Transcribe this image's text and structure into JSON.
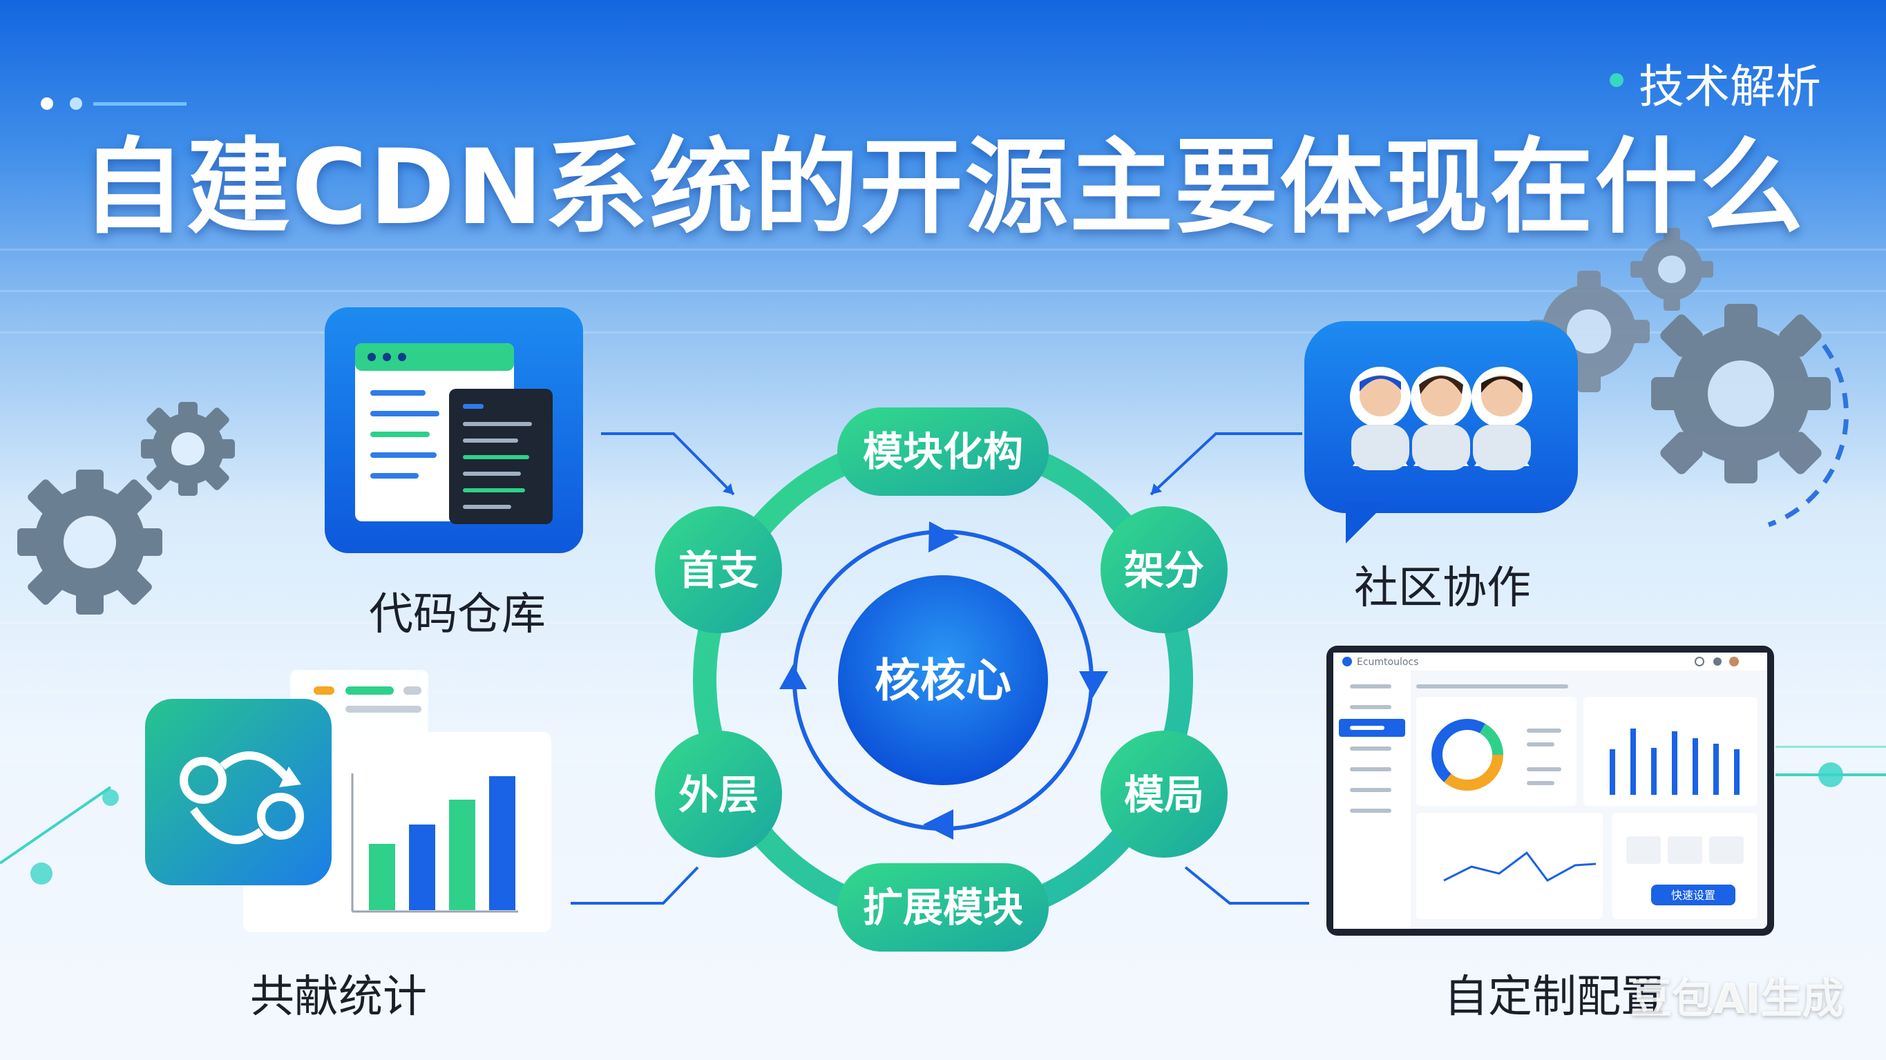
{
  "title": "自建CDN系统的开源主要体现在什么",
  "tag": "技术解析",
  "features": {
    "code_repo": "代码仓库",
    "community": "社区协作",
    "contribution_stats": "共献统计",
    "custom_config": "自定制配置"
  },
  "cycle": {
    "center": "核核心",
    "nodes": [
      "模块化构",
      "架分",
      "模局",
      "扩展模块",
      "外层",
      "首支"
    ]
  },
  "dashboard": {
    "app_title": "Ecumtoulocs",
    "button_label": "快速设置"
  },
  "watermark": "豆包AI生成",
  "colors": {
    "accent_blue": "#1a62e6",
    "accent_green": "#2fd08a",
    "title_white": "#ffffff"
  }
}
